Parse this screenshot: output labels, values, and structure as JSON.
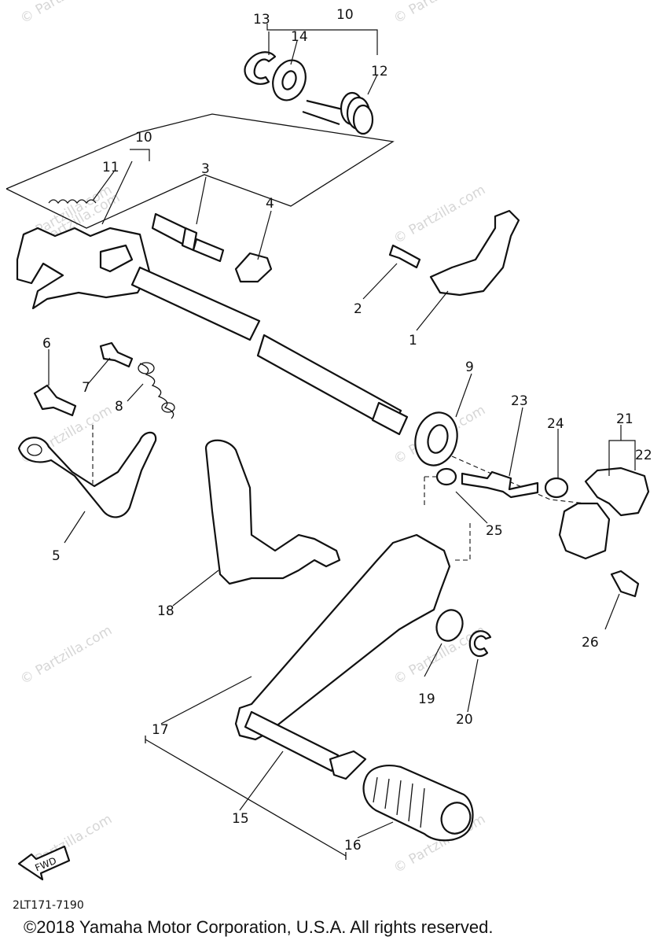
{
  "watermark": "© Partzilla.com",
  "diagram": {
    "code": "2LT171-7190",
    "fwd_label": "FWD",
    "callouts": [
      "1",
      "2",
      "3",
      "4",
      "5",
      "6",
      "7",
      "8",
      "9",
      "10",
      "10",
      "11",
      "12",
      "13",
      "14",
      "15",
      "16",
      "17",
      "18",
      "19",
      "20",
      "21",
      "22",
      "23",
      "24",
      "25",
      "26"
    ]
  },
  "footer": {
    "copyright": "©2018 Yamaha Motor Corporation, U.S.A. All rights reserved."
  }
}
